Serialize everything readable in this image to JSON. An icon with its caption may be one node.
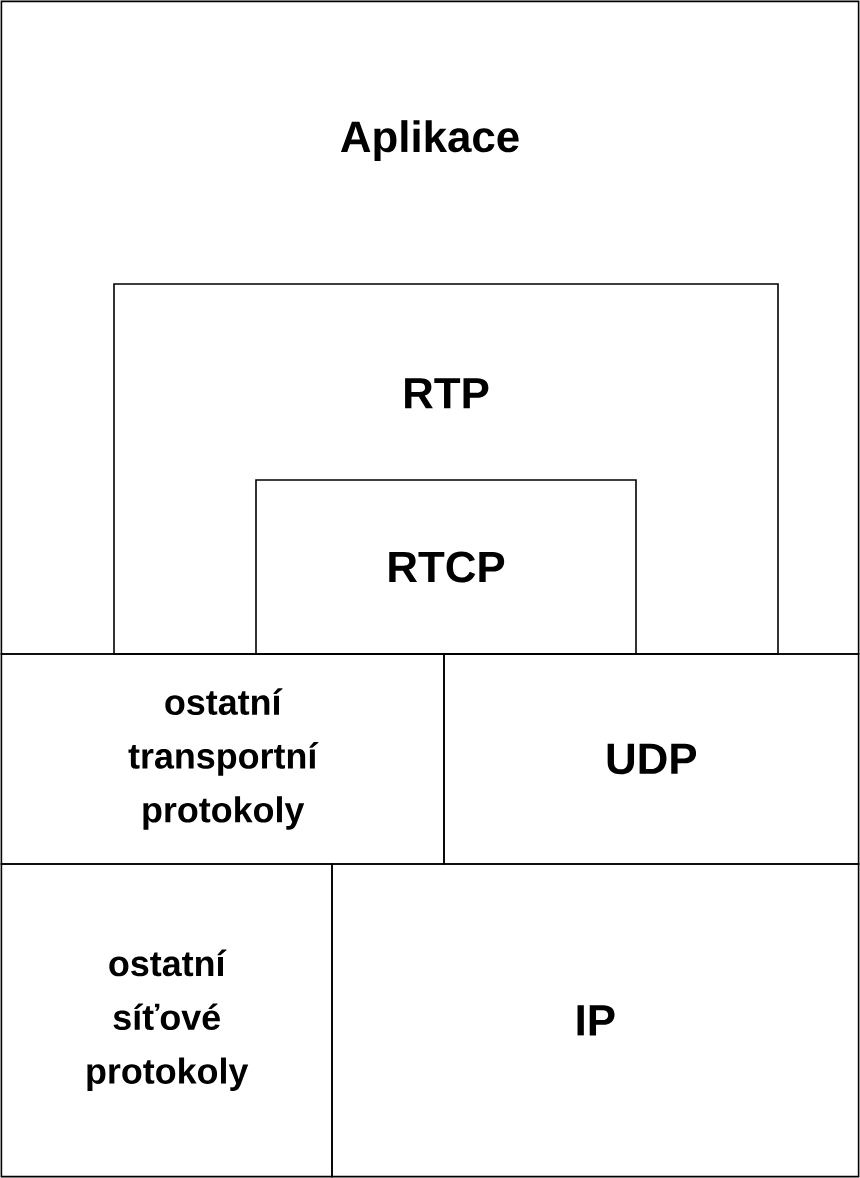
{
  "diagram": {
    "nodes": [
      {
        "text": [
          "Aplikace"
        ]
      },
      {
        "text": [
          "RTP"
        ],
        "in": 0
      },
      {
        "text": [
          "RTCP"
        ],
        "in": 1
      },
      {
        "text": [
          "ostatní transportní protokoly"
        ]
      },
      {
        "text": [
          "UDP"
        ]
      },
      {
        "text": [
          "ostatní síťové protokoly"
        ]
      },
      {
        "text": [
          "IP"
        ]
      }
    ]
  }
}
